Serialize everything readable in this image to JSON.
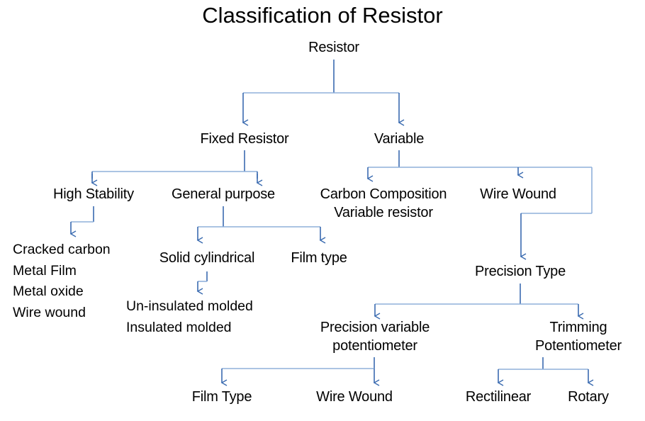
{
  "diagram": {
    "title": "Classification of Resistor",
    "type": "tree-diagram",
    "connector_color": "#4472A4",
    "connector_color_light": "#8FB0DA",
    "text_color": "#000000",
    "background": "#ffffff"
  },
  "nodes": {
    "root": "Resistor",
    "fixed_resistor": "Fixed Resistor",
    "variable": "Variable",
    "high_stability": "High Stability",
    "general_purpose": "General purpose",
    "carbon_composition": "Carbon Composition\nVariable resistor",
    "wire_wound_variable": "Wire Wound",
    "high_stability_list": "Cracked carbon\nMetal Film\nMetal oxide\nWire wound",
    "solid_cylindrical": "Solid cylindrical",
    "film_type_general": "Film type",
    "molded_list": "Un-insulated molded\nInsulated molded",
    "precision_type": "Precision Type",
    "precision_variable_potentiometer": "Precision variable\npotentiometer",
    "trimming_potentiometer": "Trimming\nPotentiometer",
    "film_type_precision": "Film Type",
    "wire_wound_precision": "Wire Wound",
    "rectilinear": "Rectilinear",
    "rotary": "Rotary"
  }
}
